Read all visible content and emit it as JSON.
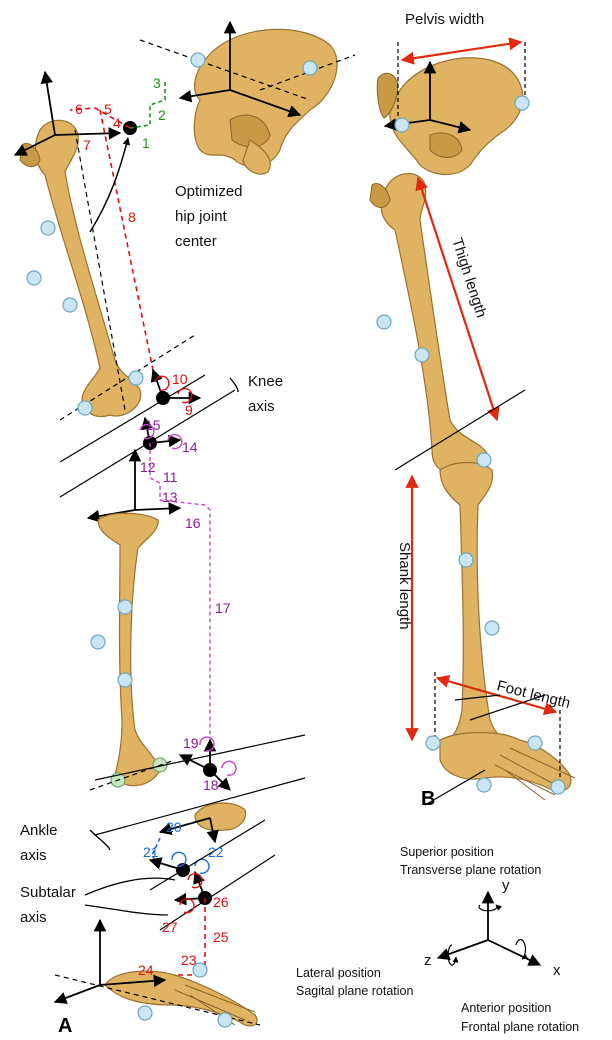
{
  "panels": {
    "a": "A",
    "b": "B"
  },
  "labels": {
    "hip_center_1": "Optimized",
    "hip_center_2": "hip joint",
    "hip_center_3": "center",
    "knee_1": "Knee",
    "knee_2": "axis",
    "ankle_1": "Ankle",
    "ankle_2": "axis",
    "subtalar_1": "Subtalar",
    "subtalar_2": "axis",
    "pelvis_width": "Pelvis width",
    "thigh_length": "Thigh length",
    "shank_length": "Shank length",
    "foot_length": "Foot length"
  },
  "parameters": {
    "green": [
      "1",
      "2",
      "3"
    ],
    "red_hip": [
      "4",
      "5",
      "6",
      "7",
      "8"
    ],
    "red_knee": [
      "9",
      "10"
    ],
    "magenta": [
      "11",
      "12",
      "13",
      "14",
      "15",
      "16",
      "17",
      "18",
      "19"
    ],
    "blue": [
      "20",
      "21",
      "22"
    ],
    "red_subtalar": [
      "23",
      "24",
      "25",
      "26",
      "27"
    ]
  },
  "legend": {
    "superior_1": "Superior position",
    "superior_2": "Transverse plane rotation",
    "lateral_1": "Lateral position",
    "lateral_2": "Sagital plane rotation",
    "anterior_1": "Anterior position",
    "anterior_2": "Frontal plane rotation",
    "axis_y": "y",
    "axis_z": "z",
    "axis_x": "x"
  },
  "colors": {
    "bone": "#dfb362",
    "marker": "#c9e6f2",
    "red": "#e01010",
    "magenta": "#d040d0",
    "green": "#1a9a1a",
    "blue": "#1a6ae0"
  }
}
